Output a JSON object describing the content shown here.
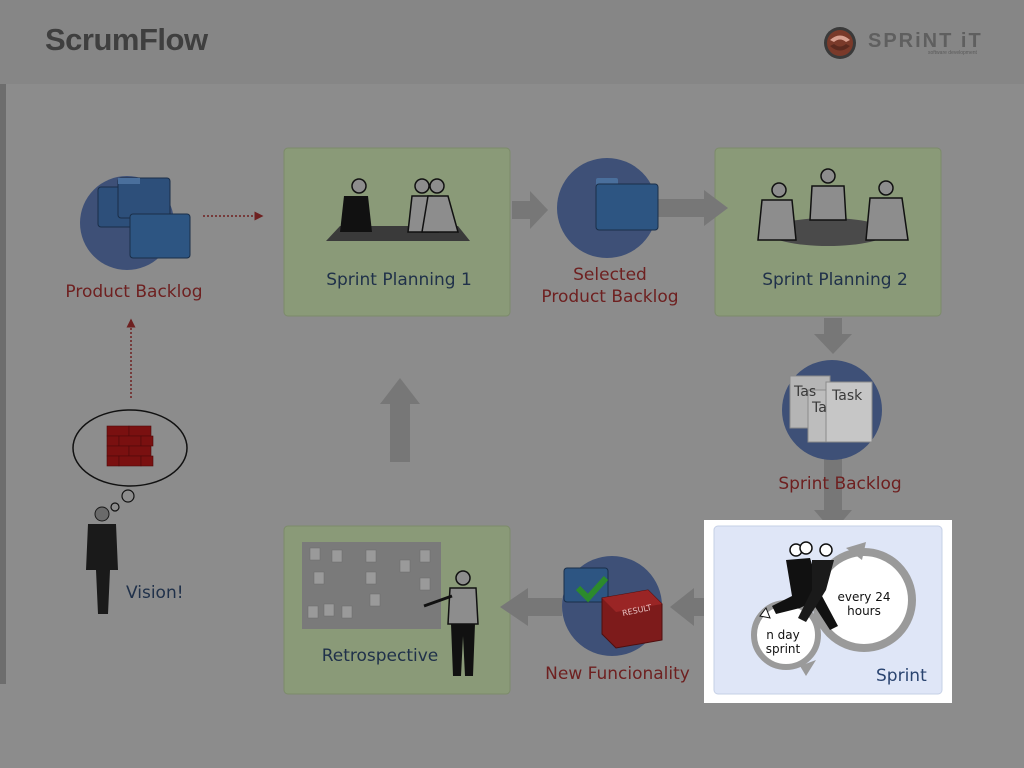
{
  "header": {
    "title": "ScrumFlow",
    "logo_text": "SPRiNT iT",
    "logo_tagline": "software development"
  },
  "nodes": {
    "product_backlog": "Product Backlog",
    "sprint_planning_1": "Sprint Planning 1",
    "selected_backlog_line1": "Selected",
    "selected_backlog_line2": "Product Backlog",
    "sprint_planning_2": "Sprint Planning 2",
    "sprint_backlog": "Sprint Backlog",
    "task_label": "Task",
    "task_partial_1": "Tas",
    "task_partial_2": "Ta",
    "sprint": "Sprint",
    "every_line1": "every 24",
    "every_line2": "hours",
    "nday_line1": "n day",
    "nday_line2": "sprint",
    "new_functionality": "New Funcionality",
    "result_label": "RESULT",
    "retrospective": "Retrospective",
    "vision": "Vision!"
  },
  "colors": {
    "background": "#8c8c8c",
    "header_band": "#858585",
    "panel_green": "#8a9a78",
    "circle_blue": "#3e5077",
    "arrow_gray": "#777777",
    "highlight_panel": "#dfe6f7",
    "label_red": "#6e2020",
    "label_blue": "#20314a"
  }
}
